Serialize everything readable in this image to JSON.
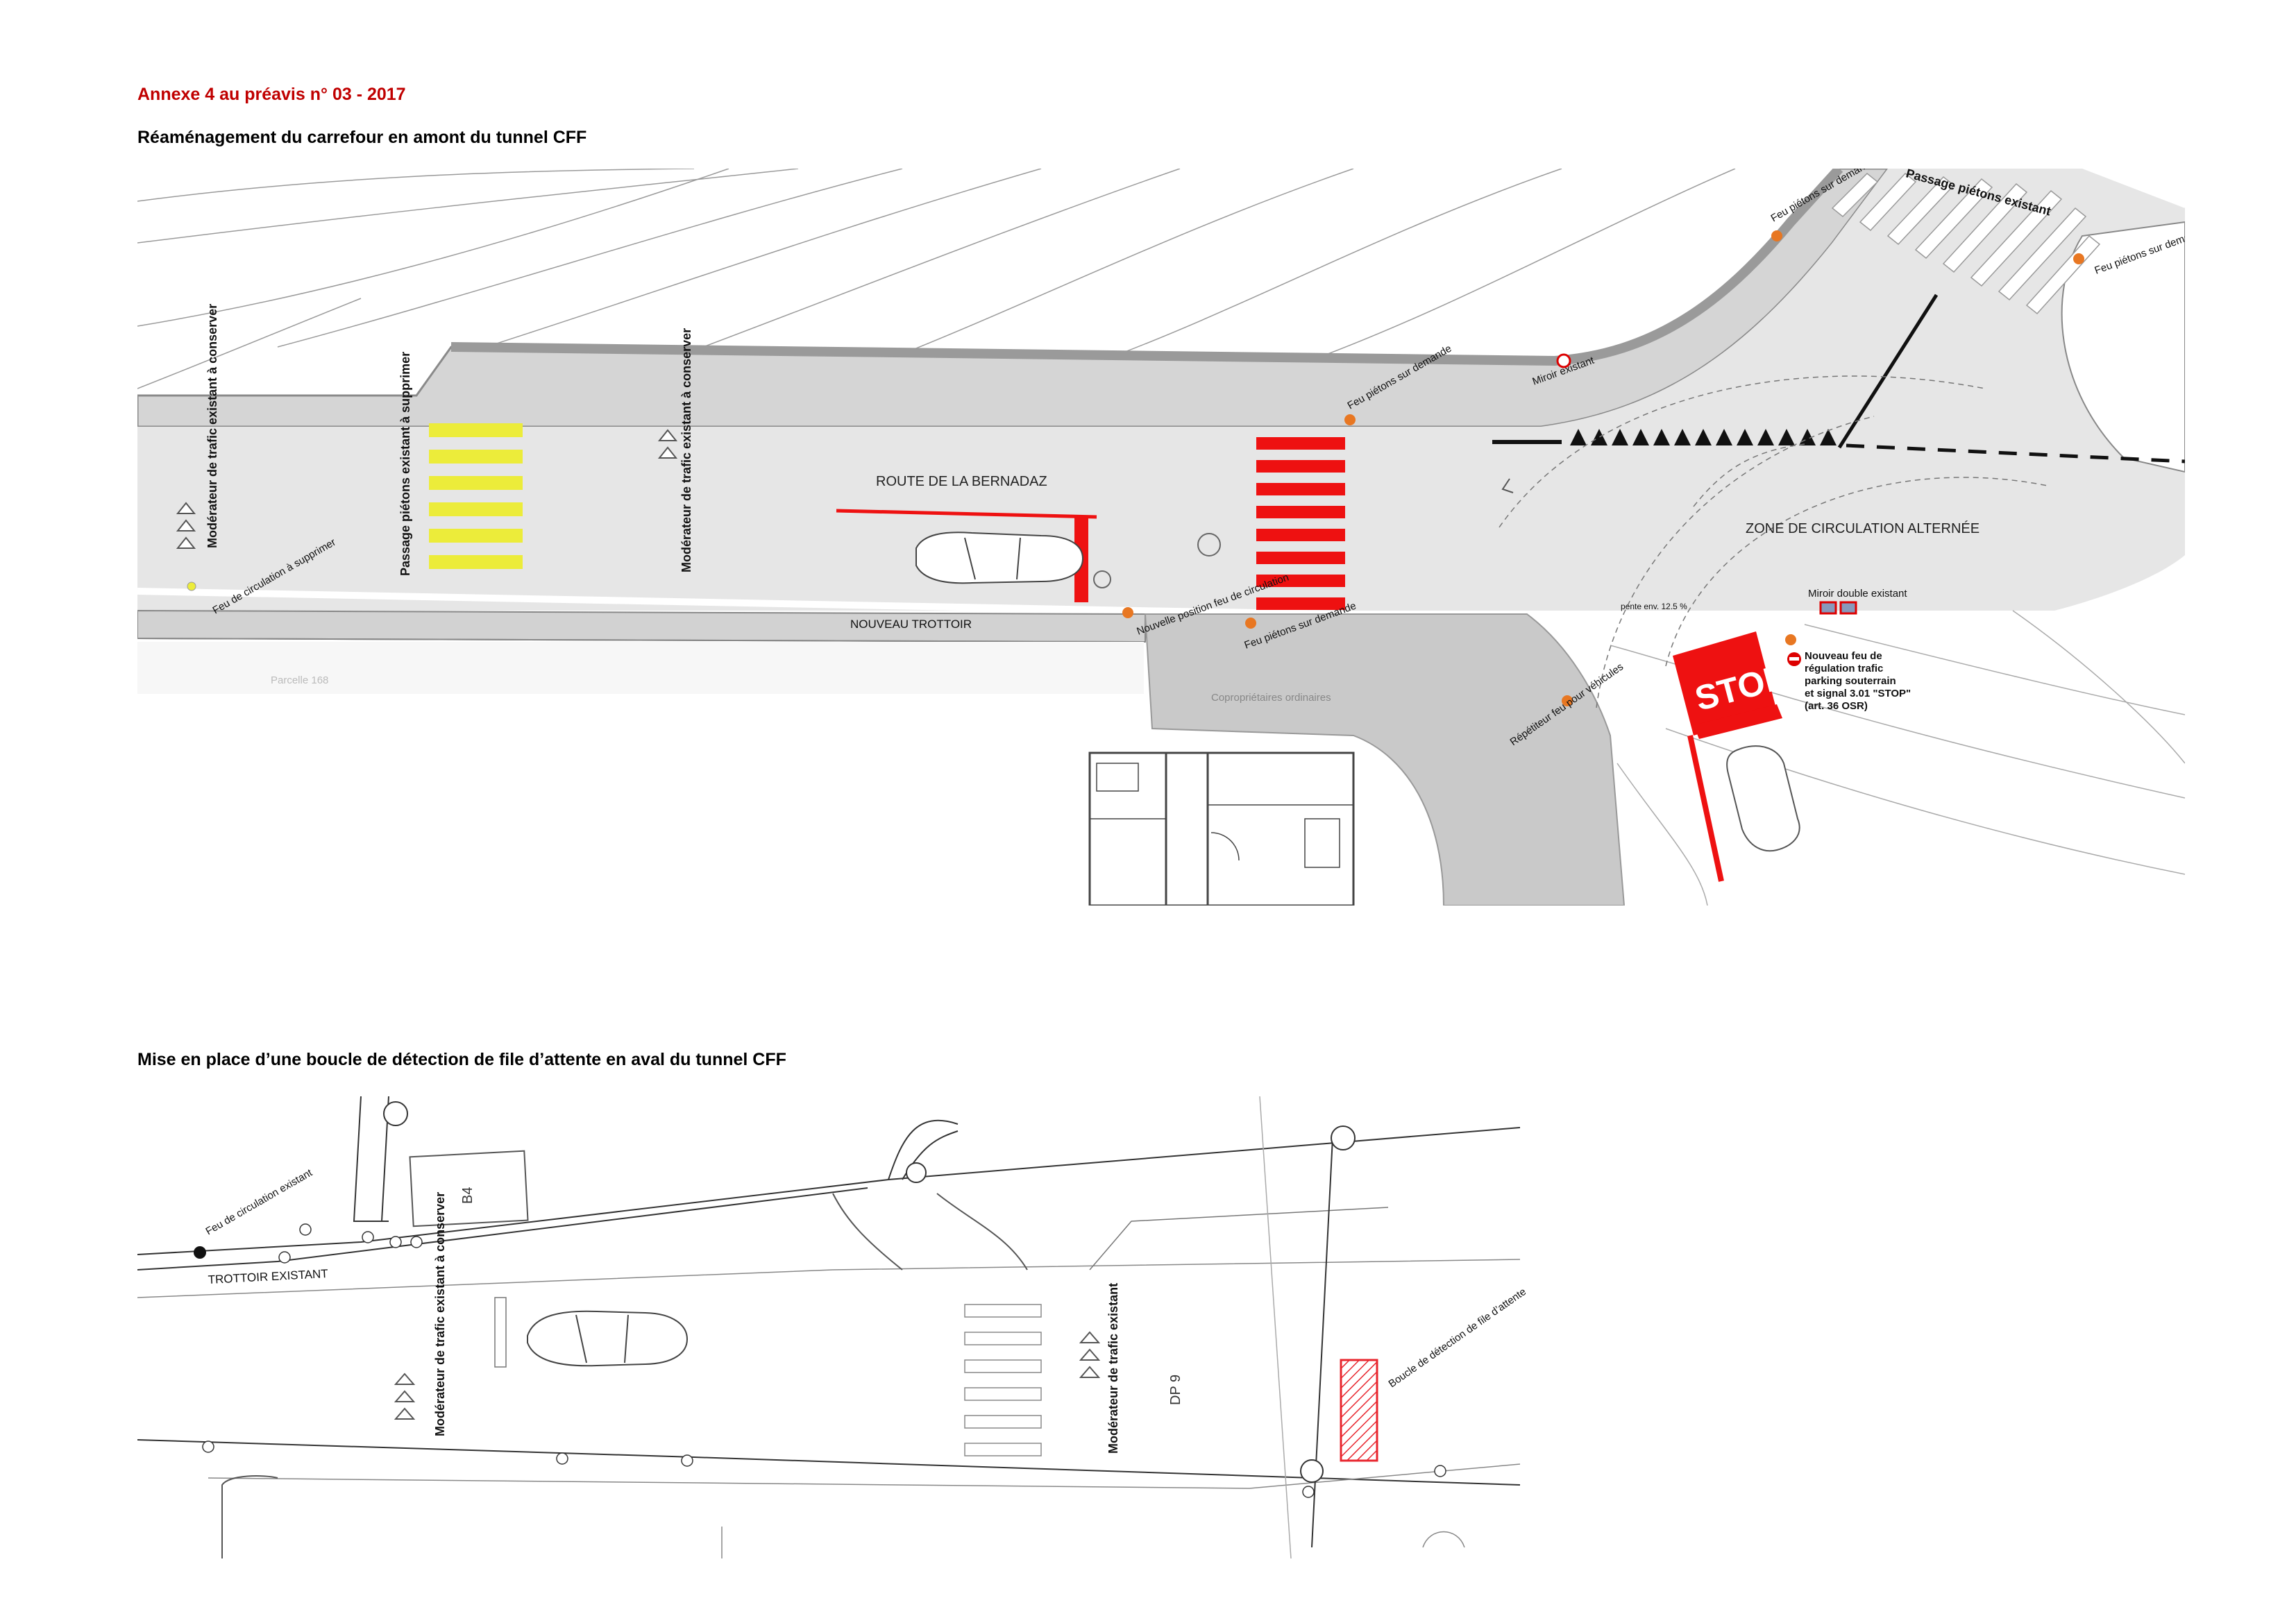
{
  "page": {
    "annex": "Annexe 4 au préavis n° 03 - 2017",
    "section1_title": "Réaménagement du carrefour en amont du tunnel CFF",
    "section2_title": "Mise en place d’une boucle de détection de file d’attente en aval du tunnel CFF"
  },
  "plan1": {
    "road_name": "ROUTE DE LA BERNADAZ",
    "new_sidewalk": "NOUVEAU TROTTOIR",
    "zone": "ZONE DE CIRCULATION ALTERNÉE",
    "moderator_keep_1": "Modérateur de trafic existant à conserver",
    "moderator_keep_2": "Modérateur de trafic existant à conserver",
    "crossing_remove": "Passage piétons existant à supprimer",
    "traffic_light_remove": "Feu de circulation à supprimer",
    "new_light_position": "Nouvelle position feu de circulation",
    "ped_light_1": "Feu piétons sur demande",
    "ped_light_2": "Feu piétons sur demande",
    "ped_light_3": "Feu piétons sur demande",
    "ped_light_4": "Feu piétons sur demande",
    "existing_crossing": "Passage piétons existant",
    "mirror": "Miroir existant",
    "double_mirror": "Miroir double existant",
    "repeater": "Répétiteur feu pour véhicules",
    "stop_text": "STOP",
    "new_light_note": [
      "Nouveau feu de",
      "régulation trafic",
      "parking souterrain",
      "et signal 3.01 \"STOP\"",
      "(art.  36  OSR)"
    ],
    "slope": "pente env. 12.5 %",
    "parcel": "Parcelle 168",
    "building": "Copropriétaires ordinaires"
  },
  "plan2": {
    "sidewalk": "TROTTOIR EXISTANT",
    "traffic_light": "Feu de circulation existant",
    "moderator_1": "Modérateur de trafic existant à conserver",
    "moderator_2": "Modérateur de trafic existant",
    "dp": "DP 9",
    "loop": "Boucle de détection de file d’attente",
    "b4": "B4"
  },
  "colors": {
    "annex_red": "#c00000",
    "marking_red": "#ee1111",
    "marking_yellow": "#ecec3a",
    "road_grey": "#e6e6e6",
    "curb_grey": "#a8a8a8",
    "light_orange": "#e87722"
  }
}
